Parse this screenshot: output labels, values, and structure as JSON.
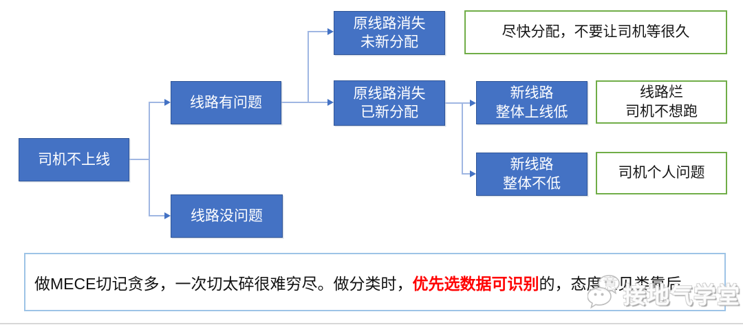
{
  "diagram": {
    "nodes": {
      "root": {
        "label": "司机不上线"
      },
      "routeProblem": {
        "label": "线路有问题"
      },
      "routeOk": {
        "label": "线路没问题"
      },
      "goneUnassigned": {
        "label": "原线路消失\n未新分配"
      },
      "goneAssigned": {
        "label": "原线路消失\n已新分配"
      },
      "newRouteLow": {
        "label": "新线路\n整体上线低"
      },
      "newRouteNotLow": {
        "label": "新线路\n整体不低"
      }
    },
    "leaves": {
      "assignQuickly": {
        "label": "尽快分配，不要让司机等很久"
      },
      "badRoute": {
        "label": "线路烂\n司机不想跑"
      },
      "personalIssue": {
        "label": "司机个人问题"
      }
    }
  },
  "note": {
    "part1": "做MECE切记贪多，一次切太碎很难穷尽。做分类时，",
    "highlight": "优先选数据可识别",
    "part2": "的，态度意见类靠后"
  },
  "watermark": {
    "icon": "wechat-icon",
    "text": "接地气学堂"
  },
  "colors": {
    "node_fill": "#4472C4",
    "node_border": "#2F5597",
    "node_text": "#FFFFFF",
    "leaf_border": "#70AD47",
    "connector_line": "#9FB6E2",
    "arrow": "#4472C4",
    "note_border": "#9DC3E6",
    "highlight_red": "#FF0000"
  }
}
